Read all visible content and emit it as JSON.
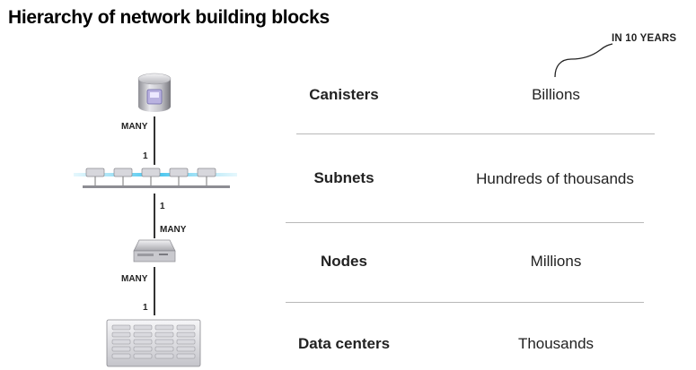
{
  "title": "Hierarchy of network building blocks",
  "callout": "IN 10 YEARS",
  "connectors": {
    "canister_many": "MANY",
    "subnet_one_top": "1",
    "subnet_one_bottom": "1",
    "node_many_top": "MANY",
    "node_many_bottom": "MANY",
    "datacenter_one": "1"
  },
  "rows": [
    {
      "name": "Canisters",
      "count": "Billions",
      "icon": "canister-icon"
    },
    {
      "name": "Subnets",
      "count": "Hundreds of thousands",
      "icon": "subnet-icon"
    },
    {
      "name": "Nodes",
      "count": "Millions",
      "icon": "server-node-icon"
    },
    {
      "name": "Data centers",
      "count": "Thousands",
      "icon": "data-center-icon"
    }
  ]
}
